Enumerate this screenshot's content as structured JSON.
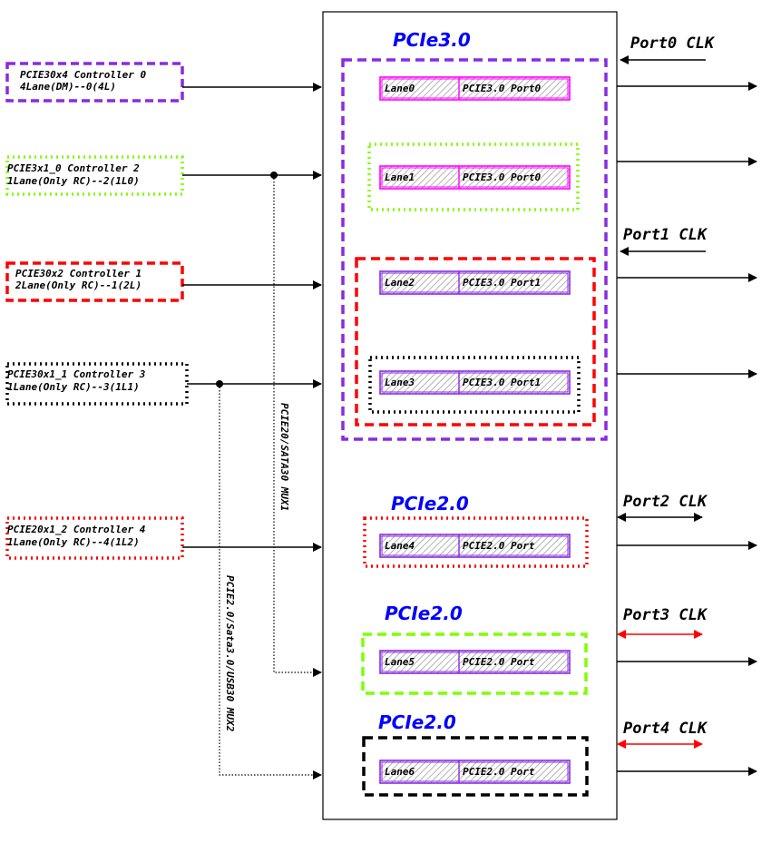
{
  "controllers": [
    {
      "line1": "PCIE30x4 Controller 0",
      "line2": "4Lane(DM)--0(4L)",
      "color": "#8a2be2",
      "style": "dashed"
    },
    {
      "line1": "PCIE3x1_0 Controller 2",
      "line2": "1Lane(Only RC)--2(1L0)",
      "color": "#7fff00",
      "style": "dotted"
    },
    {
      "line1": "PCIE30x2 Controller 1",
      "line2": "2Lane(Only RC)--1(2L)",
      "color": "#ff0000",
      "style": "dashed"
    },
    {
      "line1": "PCIE30x1_1 Controller 3",
      "line2": "1Lane(Only RC)--3(1L1)",
      "color": "#000000",
      "style": "dotted"
    },
    {
      "line1": "PCIE20x1_2 Controller 4",
      "line2": "1Lane(Only RC)--4(1L2)",
      "color": "#ff0000",
      "style": "dotted"
    }
  ],
  "groups": [
    {
      "label": "PCIe3.0",
      "color": "#0000ff"
    },
    {
      "label": "PCIe2.0",
      "color": "#0000ff"
    },
    {
      "label": "PCIe2.0",
      "color": "#0000ff"
    },
    {
      "label": "PCIe2.0",
      "color": "#0000ff"
    }
  ],
  "lanes": [
    {
      "lane": "Lane0",
      "port": "PCIE3.0 Port0",
      "color": "#ff00ff"
    },
    {
      "lane": "Lane1",
      "port": "PCIE3.0 Port0",
      "color": "#ff00ff"
    },
    {
      "lane": "Lane2",
      "port": "PCIE3.0 Port1",
      "color": "#8a2be2"
    },
    {
      "lane": "Lane3",
      "port": "PCIE3.0 Port1",
      "color": "#8a2be2"
    },
    {
      "lane": "Lane4",
      "port": "PCIE2.0 Port",
      "color": "#8a2be2"
    },
    {
      "lane": "Lane5",
      "port": "PCIE2.0 Port",
      "color": "#8a2be2"
    },
    {
      "lane": "Lane6",
      "port": "PCIE2.0 Port",
      "color": "#8a2be2"
    }
  ],
  "clocks": [
    {
      "label": "Port0 CLK",
      "arrow": "in",
      "color": "#000000"
    },
    {
      "label": "Port1 CLK",
      "arrow": "in",
      "color": "#000000"
    },
    {
      "label": "Port2 CLK",
      "arrow": "both",
      "color": "#000000"
    },
    {
      "label": "Port3 CLK",
      "arrow": "both",
      "color": "#ff0000"
    },
    {
      "label": "Port4 CLK",
      "arrow": "both",
      "color": "#ff0000"
    }
  ],
  "mux_labels": [
    {
      "label": "PCIE20/SATA30 MUX1"
    },
    {
      "label": "PCIE2.0/Sata3.0/USB30 MUX2"
    }
  ]
}
